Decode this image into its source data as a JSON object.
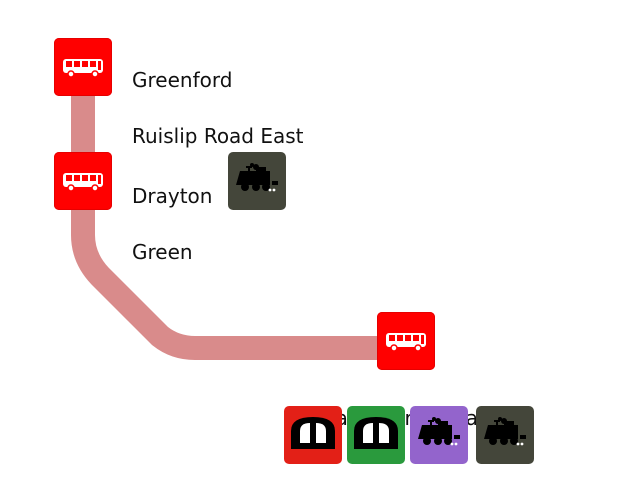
{
  "map": {
    "route_color": "#d98b8b",
    "stops": [
      {
        "name_line1": "Greenford",
        "name_line2": "Ruislip Road East",
        "stop_icon": "bus-icon"
      },
      {
        "name_line1": "Drayton",
        "name_line2": "Green",
        "stop_icon": "bus-icon",
        "connections": [
          "national-rail-train-icon"
        ]
      },
      {
        "name_line1": "Ealing Broadway",
        "stop_icon": "bus-icon",
        "connections": [
          "central-line-tube-icon",
          "district-line-tube-icon",
          "elizabeth-line-train-icon",
          "national-rail-train-icon"
        ]
      }
    ],
    "colors": {
      "bus_stop": "#ff0000",
      "central_line": "#e32017",
      "district_line": "#2a9a3d",
      "elizabeth_line": "#9364cc",
      "national_rail": "#44463a"
    }
  }
}
